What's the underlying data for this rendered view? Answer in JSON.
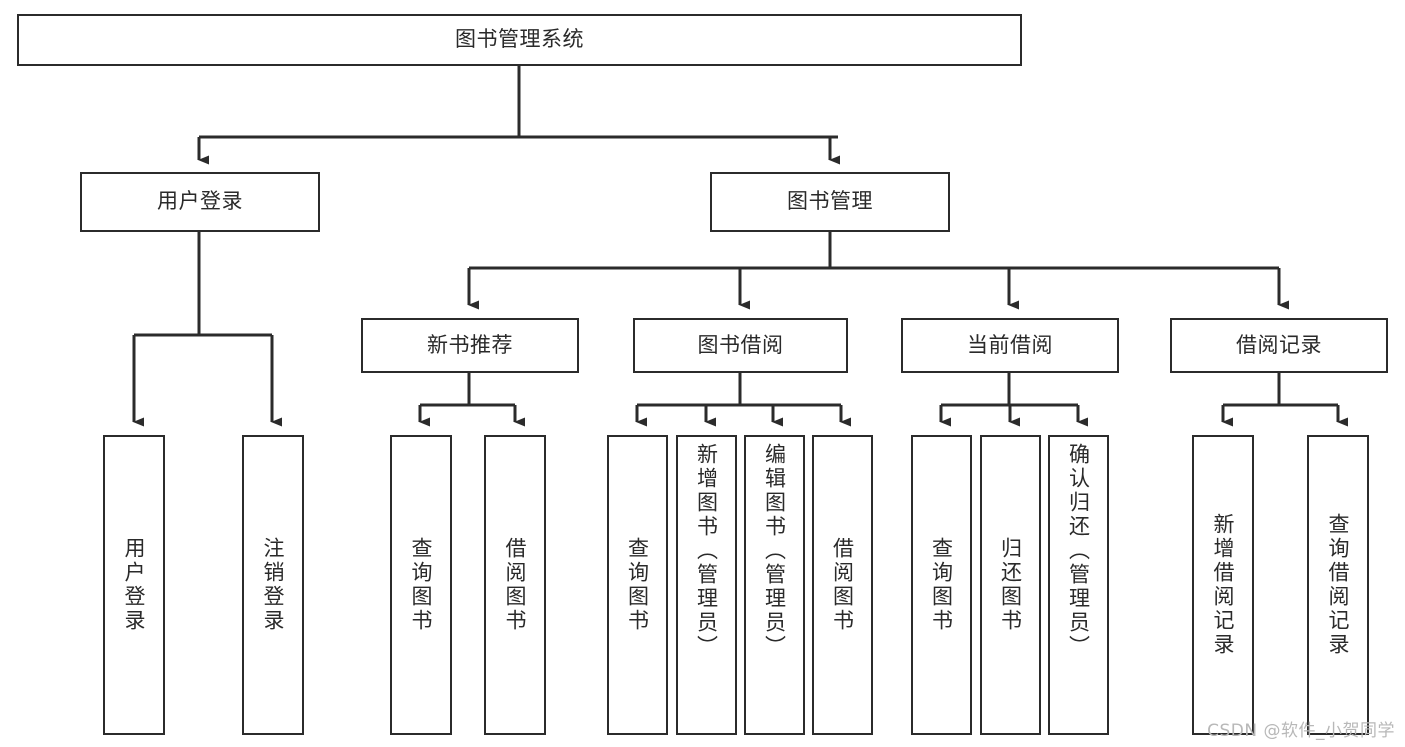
{
  "diagram": {
    "type": "tree",
    "title": "图书管理系统",
    "root": {
      "label": "图书管理系统"
    },
    "level1": [
      {
        "label": "用户登录"
      },
      {
        "label": "图书管理"
      }
    ],
    "level2": [
      {
        "label": "新书推荐"
      },
      {
        "label": "图书借阅"
      },
      {
        "label": "当前借阅"
      },
      {
        "label": "借阅记录"
      }
    ],
    "leaves": {
      "user_login": [
        {
          "label": "用户登录"
        },
        {
          "label": "注销登录"
        }
      ],
      "new_book_recommend": [
        {
          "label": "查询图书"
        },
        {
          "label": "借阅图书"
        }
      ],
      "book_borrow": [
        {
          "label": "查询图书"
        },
        {
          "label": "新增图书（管理员）"
        },
        {
          "label": "编辑图书（管理员）"
        },
        {
          "label": "借阅图书"
        }
      ],
      "current_borrow": [
        {
          "label": "查询图书"
        },
        {
          "label": "归还图书"
        },
        {
          "label": "确认归还（管理员）"
        }
      ],
      "borrow_record": [
        {
          "label": "新增借阅记录"
        },
        {
          "label": "查询借阅记录"
        }
      ]
    }
  },
  "watermark": {
    "text": "CSDN @软件_小贺同学"
  },
  "colors": {
    "stroke": "#2b2b2b",
    "fill": "#ffffff",
    "text": "#2a2a2a",
    "watermark": "#b8b8b8"
  }
}
